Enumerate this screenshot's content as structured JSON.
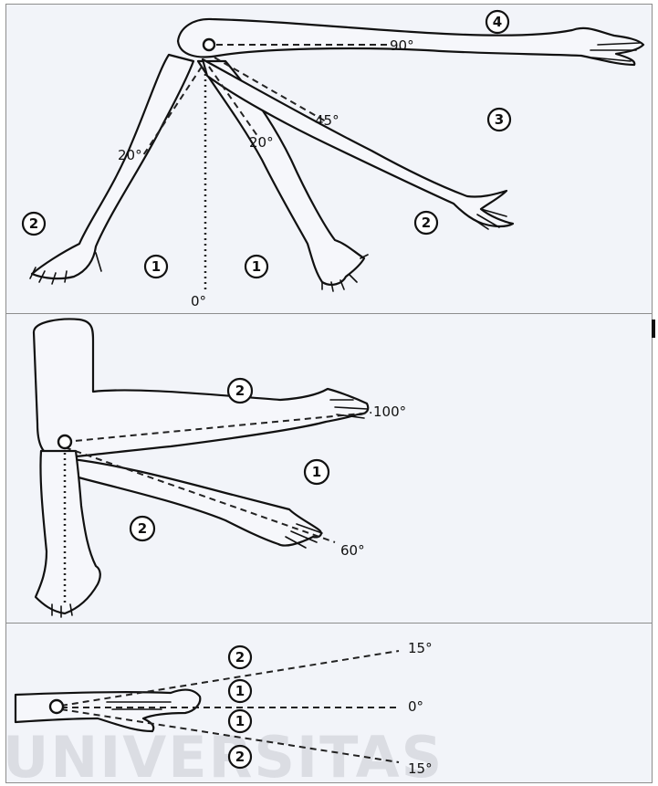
{
  "figure": {
    "panel_top": {
      "angles": {
        "a90": "90°",
        "a45": "45°",
        "a20_left": "20°",
        "a20_mid": "20°",
        "a0": "0°"
      },
      "markers": {
        "m4": "4",
        "m3": "3",
        "m2_left": "2",
        "m2_right": "2",
        "m1_left": "1",
        "m1_mid": "1"
      }
    },
    "panel_middle": {
      "angles": {
        "a100": "100°",
        "a60": "60°"
      },
      "markers": {
        "m2_top": "2",
        "m1": "1",
        "m2_bottom": "2"
      }
    },
    "panel_bottom": {
      "angles": {
        "a15_top": "15°",
        "a0": "0°",
        "a15_bottom": "15°"
      },
      "markers": {
        "m2_top": "2",
        "m1_top": "1",
        "m1_bottom": "1",
        "m2_bottom": "2"
      },
      "watermark": "UNIVERSITAS"
    }
  }
}
